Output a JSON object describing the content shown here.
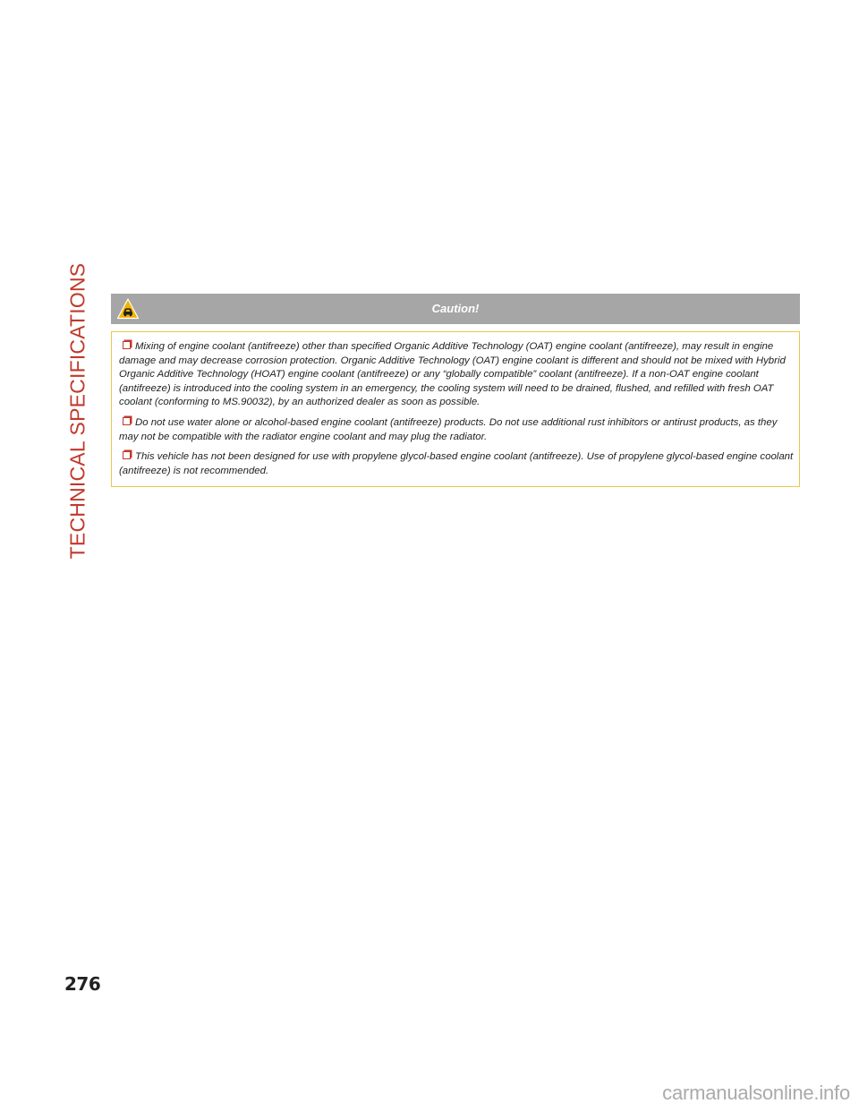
{
  "section_tab": "TECHNICAL SPECIFICATIONS",
  "caution": {
    "title": "Caution!",
    "icon": "car-skid-warning-icon",
    "items": [
      "Mixing of engine coolant (antifreeze) other than specified Organic Additive Technology (OAT) engine coolant (antifreeze), may result in engine damage and may decrease corrosion protection. Organic Additive Technology (OAT) engine coolant is different and should not be mixed with Hybrid Organic Additive Technology (HOAT) engine coolant (antifreeze) or any “globally compatible” coolant (antifreeze). If a non-OAT engine coolant (antifreeze) is introduced into the cooling system in an emergency, the cooling system will need to be drained, flushed, and refilled with fresh OAT coolant (conforming to MS.90032), by an authorized dealer as soon as possible.",
      "Do not use water alone or alcohol-based engine coolant (antifreeze) products. Do not use additional rust inhibitors or antirust products, as they may not be compatible with the radiator engine coolant and may plug the radiator.",
      "This vehicle has not been designed for use with propylene glycol-based engine coolant (antifreeze). Use of propylene glycol-based engine coolant (antifreeze) is not recommended."
    ]
  },
  "page_number": "276",
  "watermark": "carmanualsonline.info",
  "colors": {
    "accent": "#c0392b",
    "header_bg": "#a6a6a6",
    "box_border": "#e8c94a",
    "icon_fill": "#f0b400"
  }
}
